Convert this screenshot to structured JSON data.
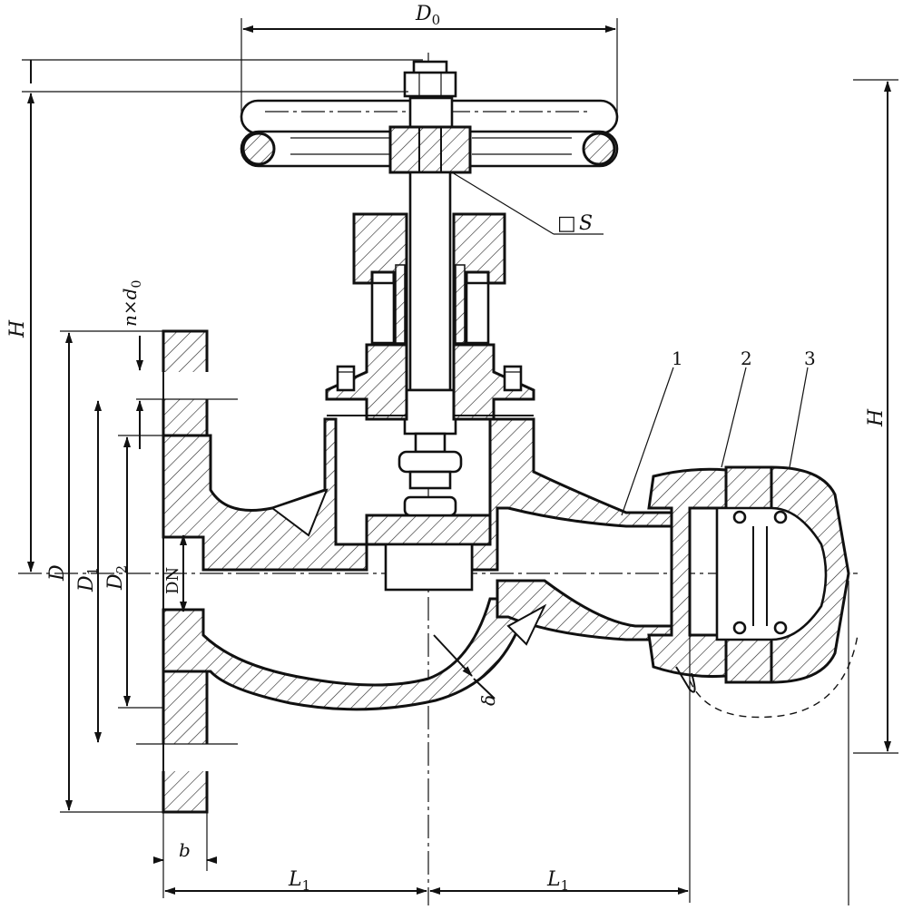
{
  "labels": {
    "d0": "D",
    "d0_sub": "0",
    "h_left": "H",
    "h_right": "H",
    "nd0_n": "n×d",
    "nd0_sub": "0",
    "d": "D",
    "d1": "D",
    "d1_sub": "1",
    "d2": "D",
    "d2_sub": "2",
    "dn": "DN",
    "s_box": "□",
    "s": "S",
    "delta": "δ",
    "b": "b",
    "l1_left": "L",
    "l1_left_sub": "1",
    "l1_right": "L",
    "l1_right_sub": "1"
  },
  "part_numbers": [
    "1",
    "2",
    "3"
  ]
}
